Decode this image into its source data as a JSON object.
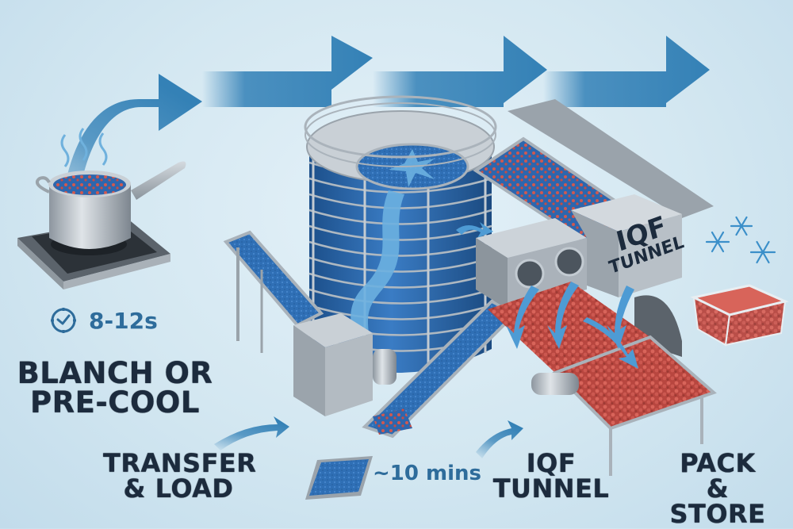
{
  "title": "IQF Freezing Process",
  "colors": {
    "background": "#d6e9f3",
    "arrow_blue": "#3b86ba",
    "label_dark": "#1c2b3d",
    "accent_text": "#2e6c9b",
    "belt_blue": "#2f6fb5",
    "berry_red": "#c4514a",
    "steel": "#b8c0c8"
  },
  "steps": [
    {
      "id": "blanch",
      "label_lines": [
        "BLANCH OR",
        "PRE-COOL"
      ],
      "time": "8-12s",
      "time_icon": "clock-icon",
      "illustration": "pot-on-induction-hob"
    },
    {
      "id": "transfer",
      "label_lines": [
        "TRANSFER",
        "& LOAD"
      ],
      "time": "~10 mins",
      "time_icon": "tray-icon",
      "illustration": "incline-conveyor-and-spiral-freezer"
    },
    {
      "id": "iqf",
      "label_lines": [
        "IQF",
        "TUNNEL"
      ],
      "illustration": "iqf-tunnel-with-fans"
    },
    {
      "id": "pack",
      "label_lines": [
        "PACK",
        "& STORE"
      ],
      "illustration": "container-with-frozen-berries",
      "decoration": "snowflake-icons"
    }
  ],
  "machine_label": {
    "line1": "IQF",
    "line2": "TUNNEL"
  },
  "flow_arrows": {
    "count": 4,
    "direction": "left-to-right"
  }
}
